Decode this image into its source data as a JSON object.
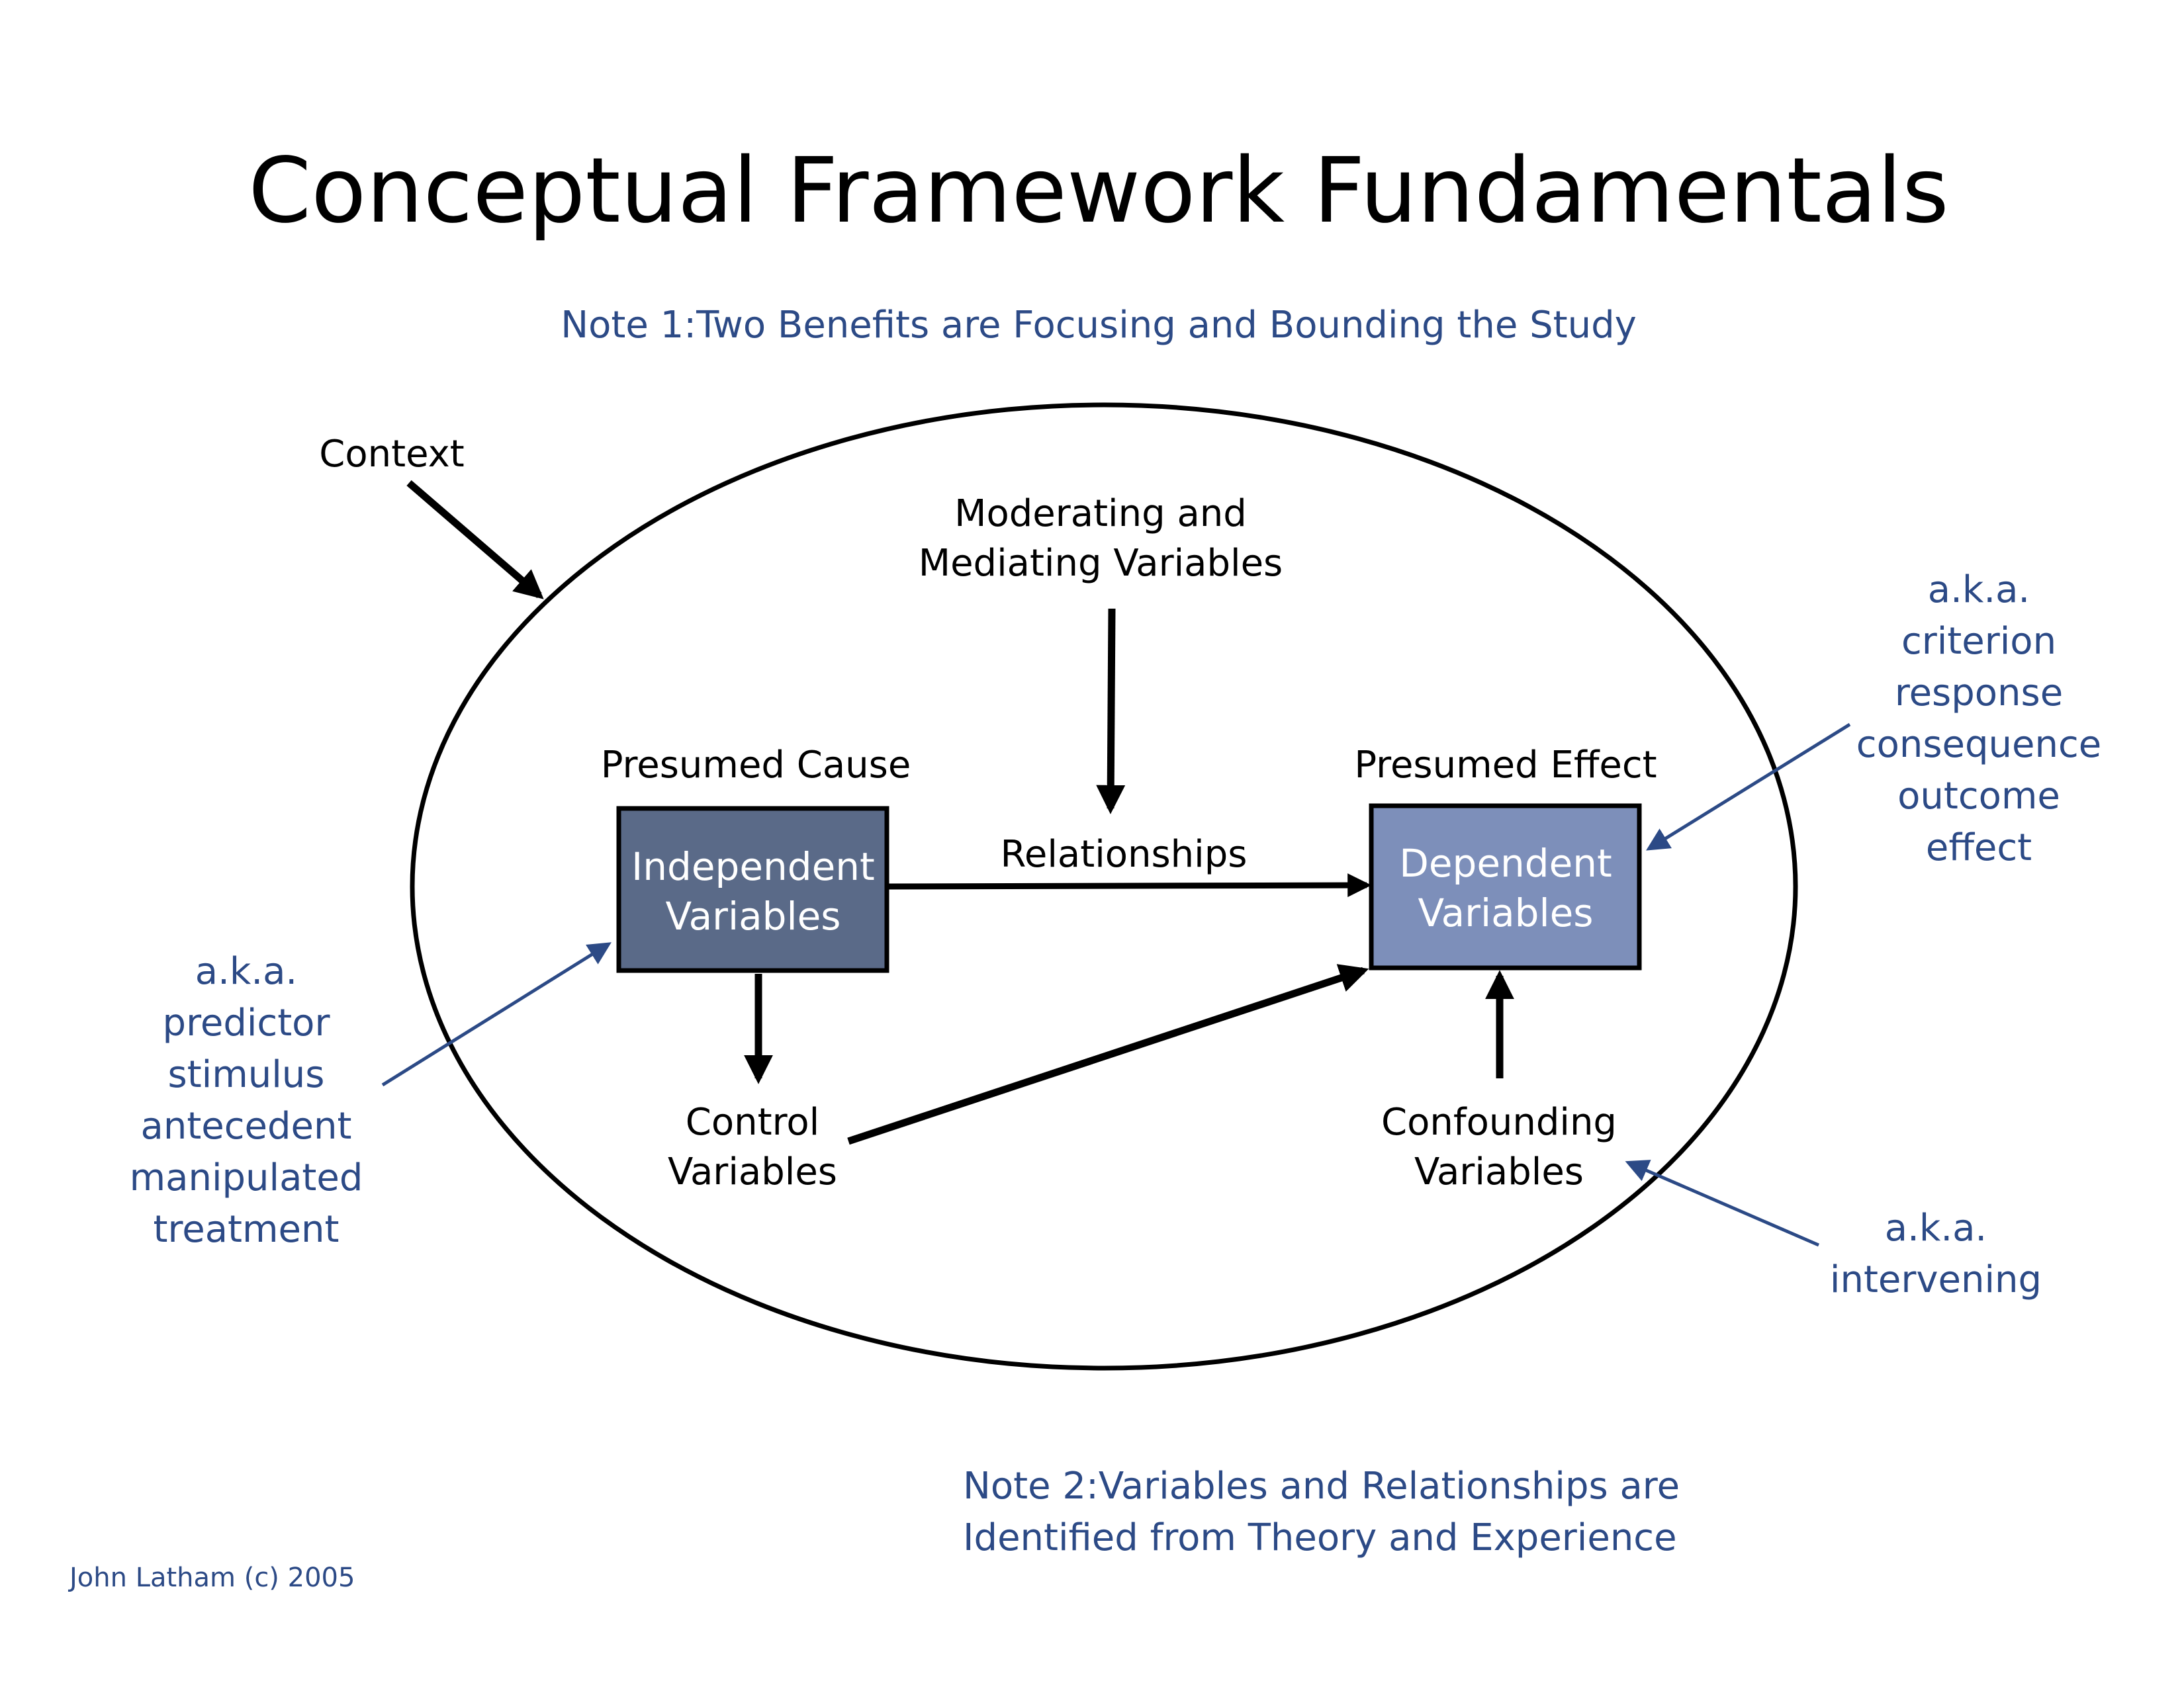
{
  "title": "Conceptual Framework Fundamentals",
  "note1": "Note 1:Two Benefits are Focusing and Bounding the Study",
  "note2": {
    "line1": "Note 2:Variables and Relationships are",
    "line2": "Identified from Theory and Experience"
  },
  "context_label": "Context",
  "moderating": {
    "line1": "Moderating  and",
    "line2": "Mediating Variables"
  },
  "relationships_label": "Relationships",
  "presumed_cause": "Presumed Cause",
  "presumed_effect": "Presumed Effect",
  "independent": {
    "line1": "Independent",
    "line2": "Variables"
  },
  "dependent": {
    "line1": "Dependent",
    "line2": "Variables"
  },
  "control": {
    "line1": "Control",
    "line2": "Variables"
  },
  "confounding": {
    "line1": "Confounding",
    "line2": "Variables"
  },
  "aka_independent": [
    "a.k.a.",
    "predictor",
    "stimulus",
    "antecedent",
    "manipulated",
    "treatment"
  ],
  "aka_dependent": [
    "a.k.a.",
    "criterion",
    "response",
    "consequence",
    "outcome",
    "effect"
  ],
  "aka_confounding": [
    "a.k.a.",
    "intervening"
  ],
  "credit": "John Latham (c) 2005",
  "colors": {
    "text": "#000000",
    "accent_blue": "#2c4a86",
    "independent_box": "#5a6a88",
    "dependent_box": "#7d8fba",
    "box_border": "#000000"
  }
}
